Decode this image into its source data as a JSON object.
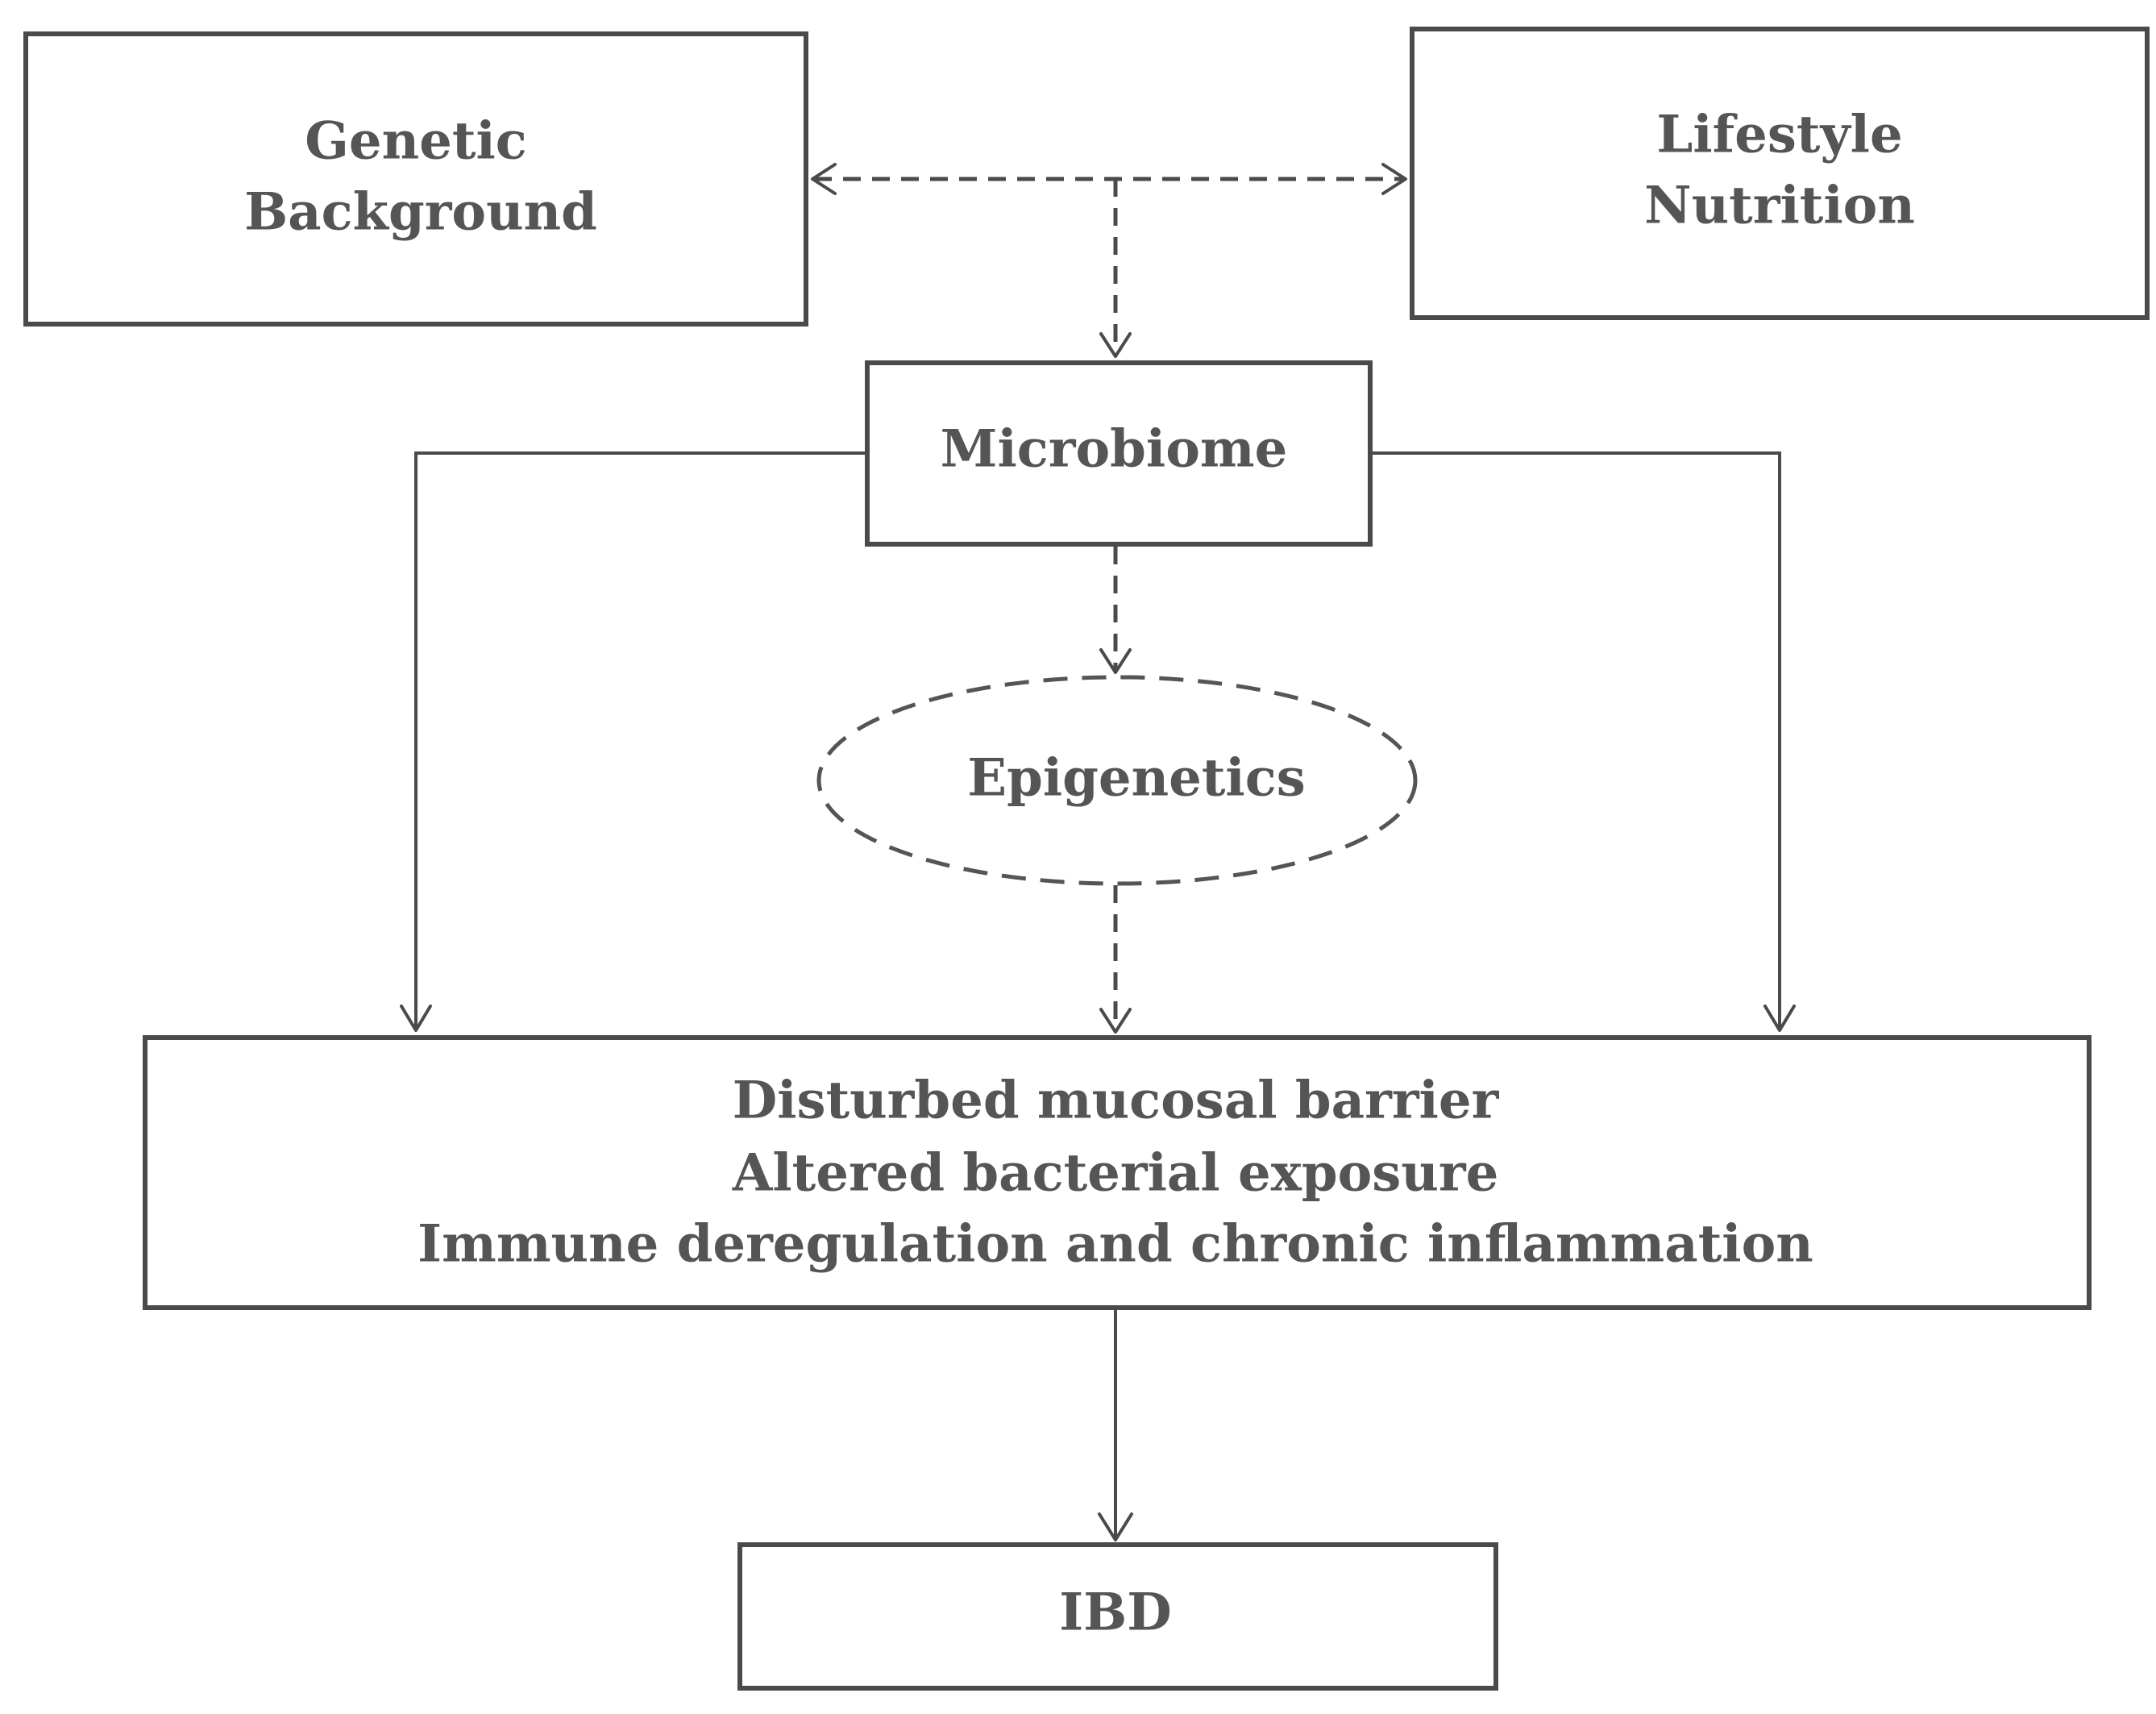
{
  "nodes": {
    "genetic": {
      "lines": [
        "Genetic",
        "Background"
      ]
    },
    "lifestyle": {
      "lines": [
        "Lifestyle",
        "Nutrition"
      ]
    },
    "microbiome": {
      "label": "Microbiome"
    },
    "epigenetics": {
      "label": "Epigenetics"
    },
    "mechanisms": {
      "lines": [
        "Disturbed mucosal barrier",
        "Altered bacterial exposure",
        "Immune deregulation and chronic inflammation"
      ]
    },
    "ibd": {
      "label": "IBD"
    }
  },
  "edges": [
    {
      "from": "genetic",
      "to": "lifestyle",
      "style": "dashed",
      "direction": "both"
    },
    {
      "from": "genetic-lifestyle-link",
      "to": "microbiome",
      "style": "dashed"
    },
    {
      "from": "microbiome",
      "to": "epigenetics",
      "style": "dashed"
    },
    {
      "from": "epigenetics",
      "to": "mechanisms",
      "style": "dashed"
    },
    {
      "from": "microbiome",
      "to": "mechanisms",
      "style": "solid",
      "route": "left"
    },
    {
      "from": "microbiome",
      "to": "mechanisms",
      "style": "solid",
      "route": "right"
    },
    {
      "from": "mechanisms",
      "to": "ibd",
      "style": "solid"
    }
  ],
  "colors": {
    "stroke": "#4a4a4a",
    "text": "#555555",
    "background": "#ffffff"
  }
}
